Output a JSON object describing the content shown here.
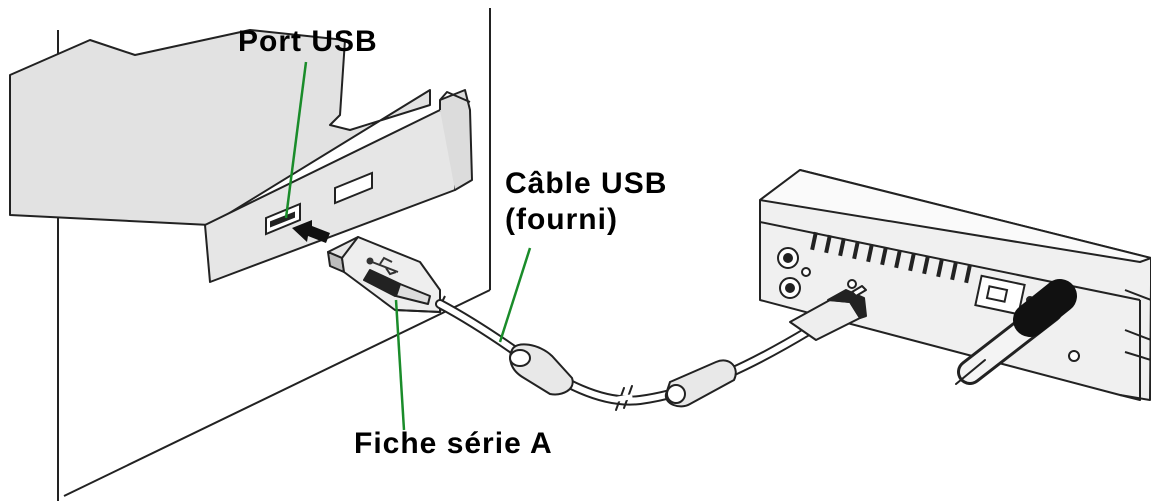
{
  "labels": {
    "usb_port": "Port USB",
    "usb_cable_line1": "Câble USB",
    "usb_cable_line2": "(fourni)",
    "series_a_plug": "Fiche série A"
  },
  "colors": {
    "leader_line": "#1a8c2a",
    "card_fill": "#e2e2e2",
    "outline": "#222222",
    "device_fill": "#f0f0f0"
  },
  "icons": [
    "usb-trident-icon",
    "insert-arrow-icon"
  ]
}
